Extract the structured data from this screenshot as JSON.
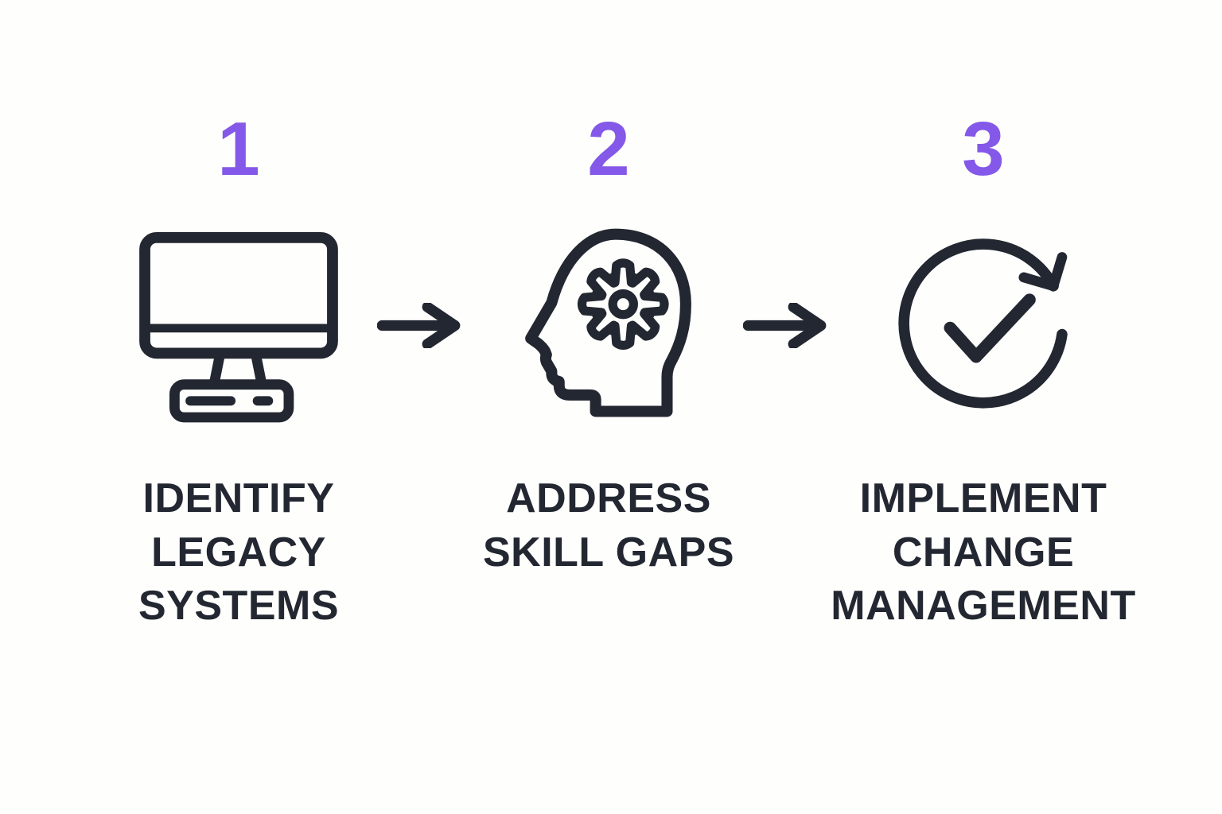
{
  "infographic": {
    "steps": [
      {
        "number": "1",
        "icon": "desktop-computer-icon",
        "label_lines": [
          "IDENTIFY",
          "LEGACY",
          "SYSTEMS"
        ]
      },
      {
        "number": "2",
        "icon": "head-gear-icon",
        "label_lines": [
          "ADDRESS",
          "SKILL GAPS"
        ]
      },
      {
        "number": "3",
        "icon": "cycle-check-icon",
        "label_lines": [
          "IMPLEMENT",
          "CHANGE",
          "MANAGEMENT"
        ]
      }
    ],
    "connectors": [
      {
        "icon": "right-arrow-icon"
      },
      {
        "icon": "right-arrow-icon"
      }
    ]
  },
  "colors": {
    "accent": "#8458E8",
    "ink": "#232731",
    "background": "#FEFEFC"
  }
}
